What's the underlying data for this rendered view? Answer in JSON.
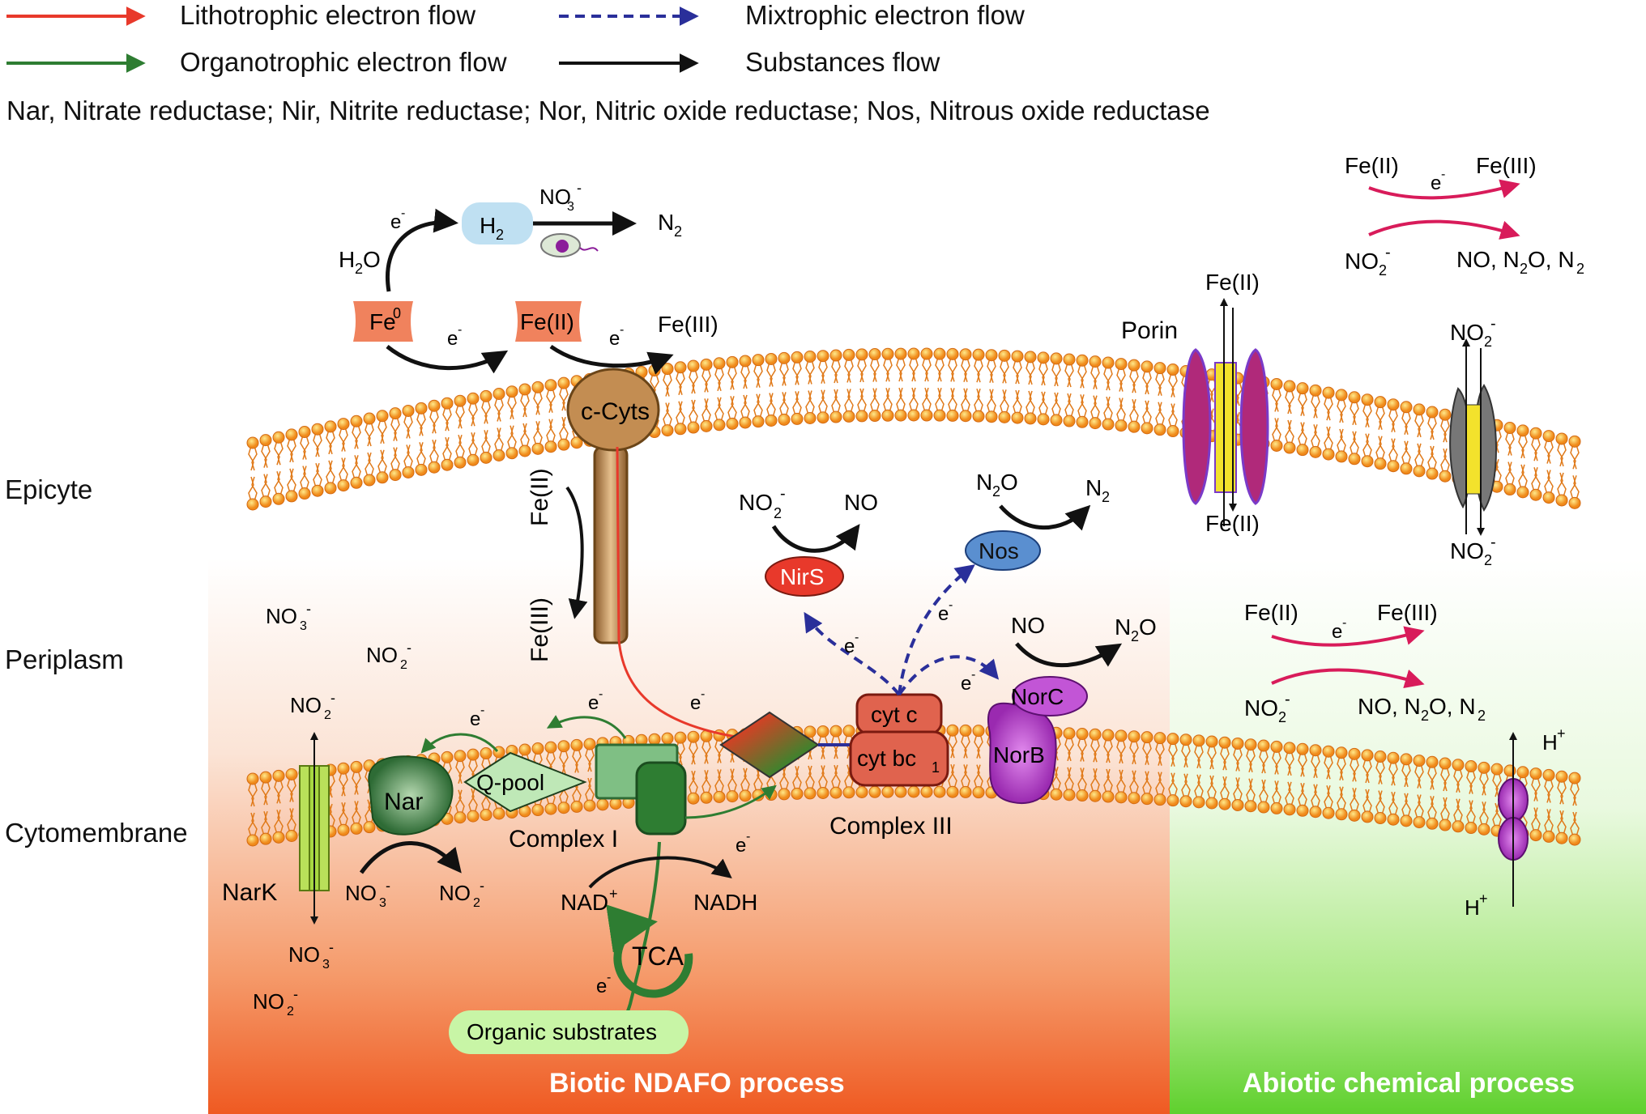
{
  "legend": {
    "lithotrophic": "Lithotrophic electron flow",
    "mixtrophic": "Mixtrophic electron flow",
    "organotrophic": "Organotrophic electron flow",
    "substances": "Substances flow",
    "colors": {
      "lithotrophic": "#e8392b",
      "mixtrophic": "#2a2f9a",
      "organotrophic": "#2e7d32",
      "substances": "#111111"
    }
  },
  "abbreviations": "Nar, Nitrate reductase; Nir, Nitrite reductase; Nor, Nitric oxide reductase; Nos, Nitrous oxide reductase",
  "regions": {
    "epicyte": "Epicyte",
    "periplasm": "Periplasm",
    "cytomembrane": "Cytomembrane"
  },
  "zones": {
    "biotic": "Biotic NDAFO process",
    "abiotic": "Abiotic chemical process"
  },
  "nodes": {
    "fe0": "Fe",
    "fe0_sup": "0",
    "fe2_box": "Fe(II)",
    "h2": "H",
    "h2_sub": "2",
    "h2o": "H",
    "h2o_sub": "2",
    "h2o_end": "O",
    "no3_top": "NO",
    "no3_top_sub": "3",
    "no3_top_sup": "-",
    "n2_top": "N",
    "n2_top_sub": "2",
    "e": "e",
    "e_sup": "-",
    "fe3_top": "Fe(III)",
    "ccyts": "c-Cyts",
    "fe2_vert": "Fe(II)",
    "fe3_vert": "Fe(III)",
    "porin": "Porin",
    "fe2_porin_top": "Fe(II)",
    "fe2_porin_bottom": "Fe(II)",
    "no2_chan_top": "NO",
    "no2_chan_bottom": "NO",
    "no2_sub": "2",
    "no2_nirs": "NO",
    "no_nirs": "NO",
    "n2o_nos": "N",
    "n2o_sub": "2",
    "n2o_end": "O",
    "n2_nos": "N",
    "n2_nos_sub": "2",
    "nirs": "NirS",
    "nos": "Nos",
    "norc": "NorC",
    "norb": "NorB",
    "no_nor": "NO",
    "n2o_nor": "N",
    "n2o_nor_sub": "2",
    "n2o_nor_end": "O",
    "cytc": "cyt c",
    "cytbc": "cyt bc",
    "cytbc_sub": "1",
    "complex3": "Complex III",
    "complex1": "Complex I",
    "qpool": "Q-pool",
    "nar": "Nar",
    "nark": "NarK",
    "nad": "NAD",
    "nad_sup": "+",
    "nadh": "NADH",
    "tca": "TCA",
    "organic": "Organic substrates",
    "no3_peri": "NO",
    "no2_peri": "NO",
    "no3_sub": "3",
    "no2_sub2": "2",
    "narkno2_top": "NO",
    "narkno3_bottom": "NO",
    "no2_bottom_left": "NO",
    "no3_nar": "NO",
    "no2_nar": "NO",
    "h_plus": "H",
    "h_sup": "+",
    "abiotic_fe2": "Fe(II)",
    "abiotic_fe3": "Fe(III)",
    "abiotic_no2": "NO",
    "abiotic_products": "NO, N",
    "abiotic_products_mid": "O, N",
    "abiotic_products_sub": "2"
  }
}
